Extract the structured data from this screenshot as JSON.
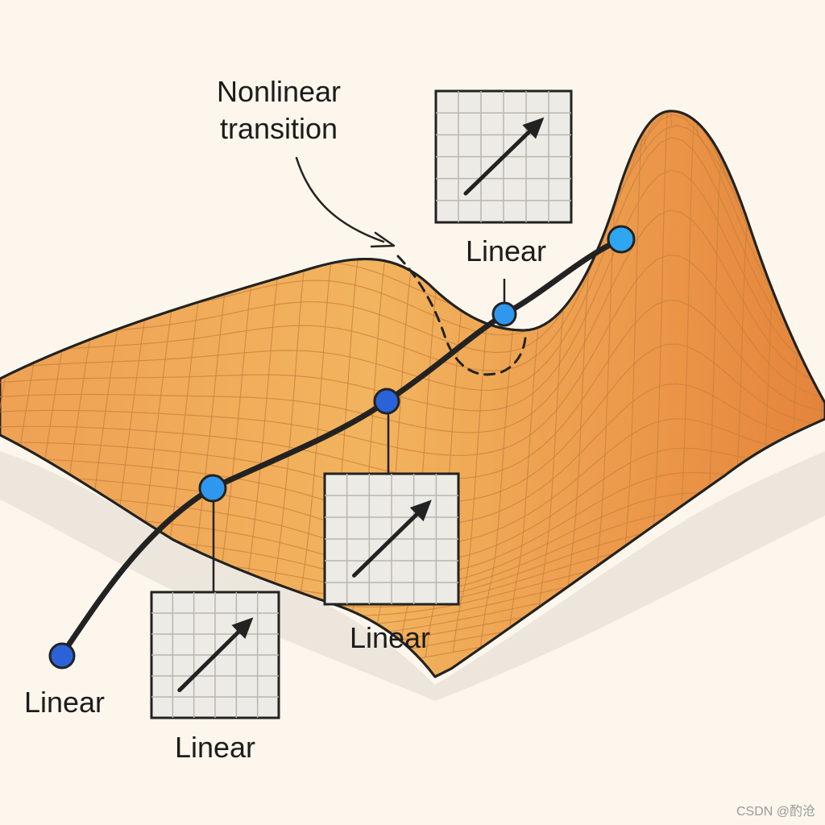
{
  "annotation": {
    "line1": "Nonlinear",
    "line2": "transition"
  },
  "labels": {
    "start": "Linear",
    "local_first": "Linear",
    "local_second": "Linear",
    "local_third": "Linear"
  },
  "watermark": "CSDN @酌沧",
  "colors": {
    "background": "#fcf6ec",
    "surface_light": "#f4b45f",
    "surface_dark": "#e88a3e",
    "grid_line": "#c9803d",
    "outline": "#222222",
    "path": "#222222",
    "node_fill": "#2a6fdb",
    "node_fill_light": "#2fa6f0",
    "panel_fill": "#ecebe6",
    "panel_grid": "#b9b6ad"
  },
  "icons": [
    "grid-panel-icon",
    "arrow-icon",
    "node-icon"
  ]
}
